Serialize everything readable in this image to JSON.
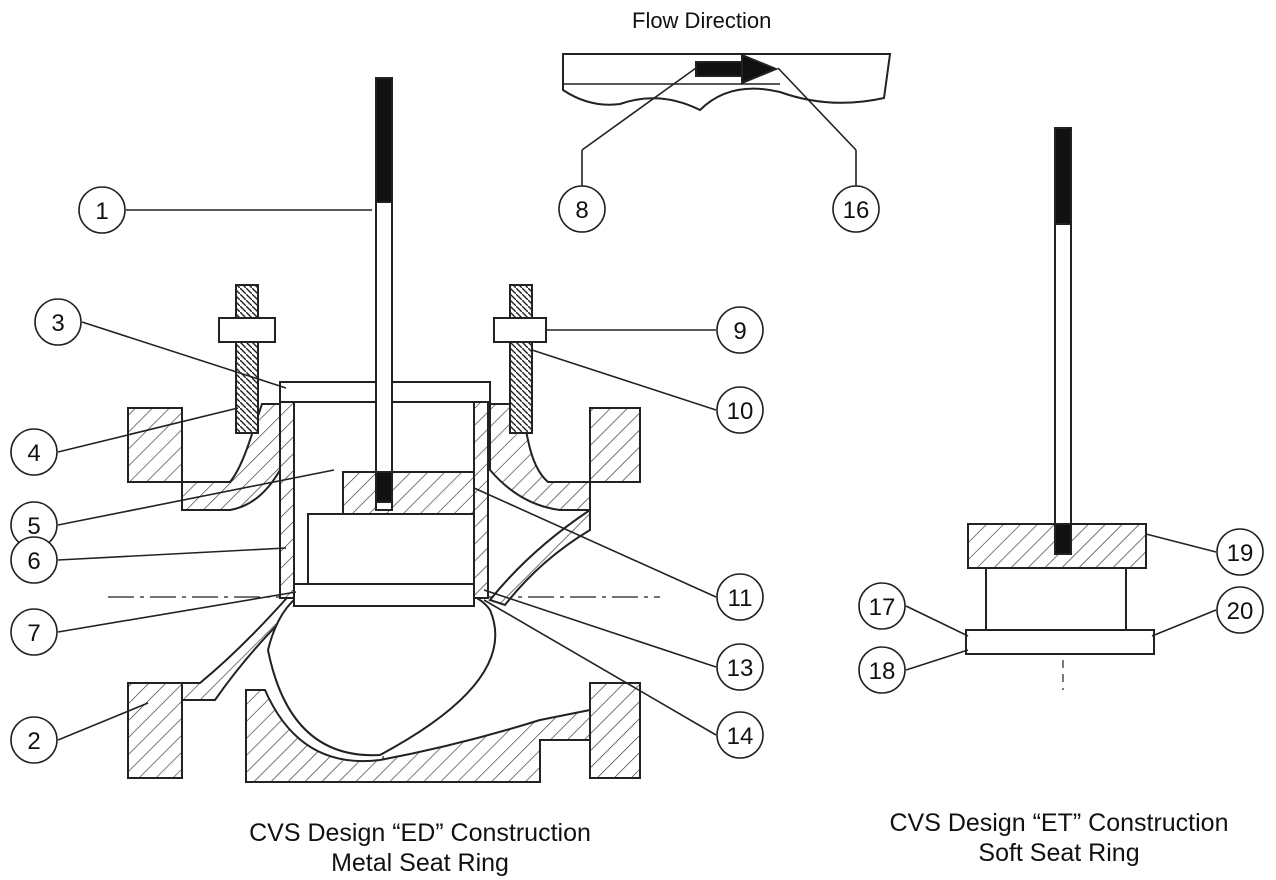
{
  "flow_title": "Flow Direction",
  "captions": {
    "ed_line1": "CVS Design “ED” Construction",
    "ed_line2": "Metal Seat Ring",
    "et_line1": "CVS Design “ET” Construction",
    "et_line2": "Soft Seat Ring"
  },
  "callouts": {
    "c1": "1",
    "c2": "2",
    "c3": "3",
    "c4": "4",
    "c5": "5",
    "c6": "6",
    "c7": "7",
    "c8": "8",
    "c9": "9",
    "c10": "10",
    "c11": "11",
    "c13": "13",
    "c14": "14",
    "c16": "16",
    "c17": "17",
    "c18": "18",
    "c19": "19",
    "c20": "20"
  }
}
